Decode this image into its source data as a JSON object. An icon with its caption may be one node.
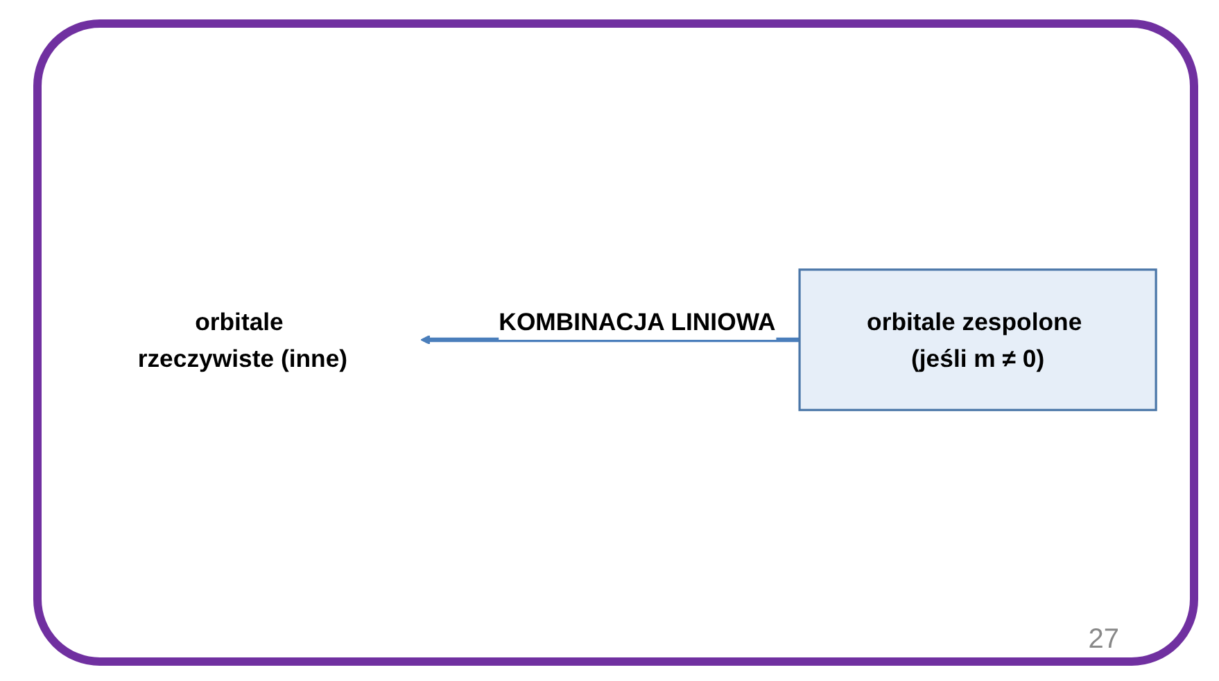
{
  "diagram": {
    "nodes": [
      {
        "text": [
          "orbitale zespolone (jeśli m ≠ 0)"
        ]
      },
      {
        "text": [
          "orbitale rzeczywiste (inne)"
        ]
      }
    ],
    "edges": [
      {
        "from": 0,
        "to": 1,
        "arrow": "to",
        "label": "KOMBINACJA LINIOWA"
      }
    ],
    "labels": [
      "27"
    ]
  }
}
